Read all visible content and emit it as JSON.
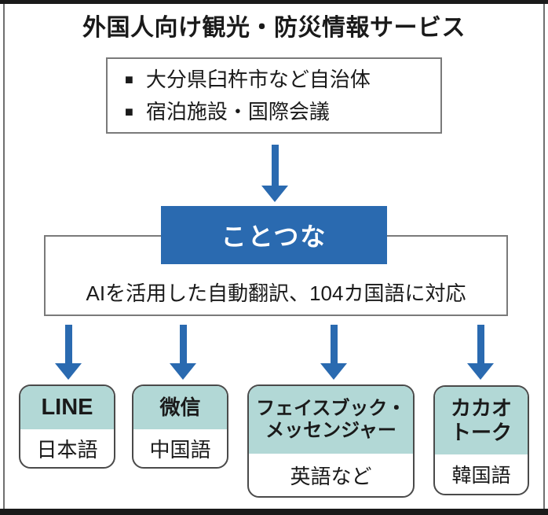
{
  "title": "外国人向け観光・防災情報サービス",
  "sources": {
    "bullet": "■",
    "items": [
      "大分県臼杵市など自治体",
      "宿泊施設・国際会議"
    ]
  },
  "hub": {
    "name": "ことつな",
    "description": "AIを活用した自動翻訳、104カ国語に対応"
  },
  "channels": [
    {
      "platform_lines": [
        "LINE"
      ],
      "language": "日本語"
    },
    {
      "platform_lines": [
        "微信"
      ],
      "language": "中国語"
    },
    {
      "platform_lines": [
        "フェイスブック・",
        "メッセンジャー"
      ],
      "language": "英語など"
    },
    {
      "platform_lines": [
        "カカオ",
        "トーク"
      ],
      "language": "韓国語"
    }
  ],
  "colors": {
    "accent_blue": "#2a6ab0",
    "header_teal": "#b2d8d6",
    "frame_black": "#1a1a1a",
    "box_border_gray": "#7a7a7a",
    "card_border": "#4a4a4a"
  }
}
